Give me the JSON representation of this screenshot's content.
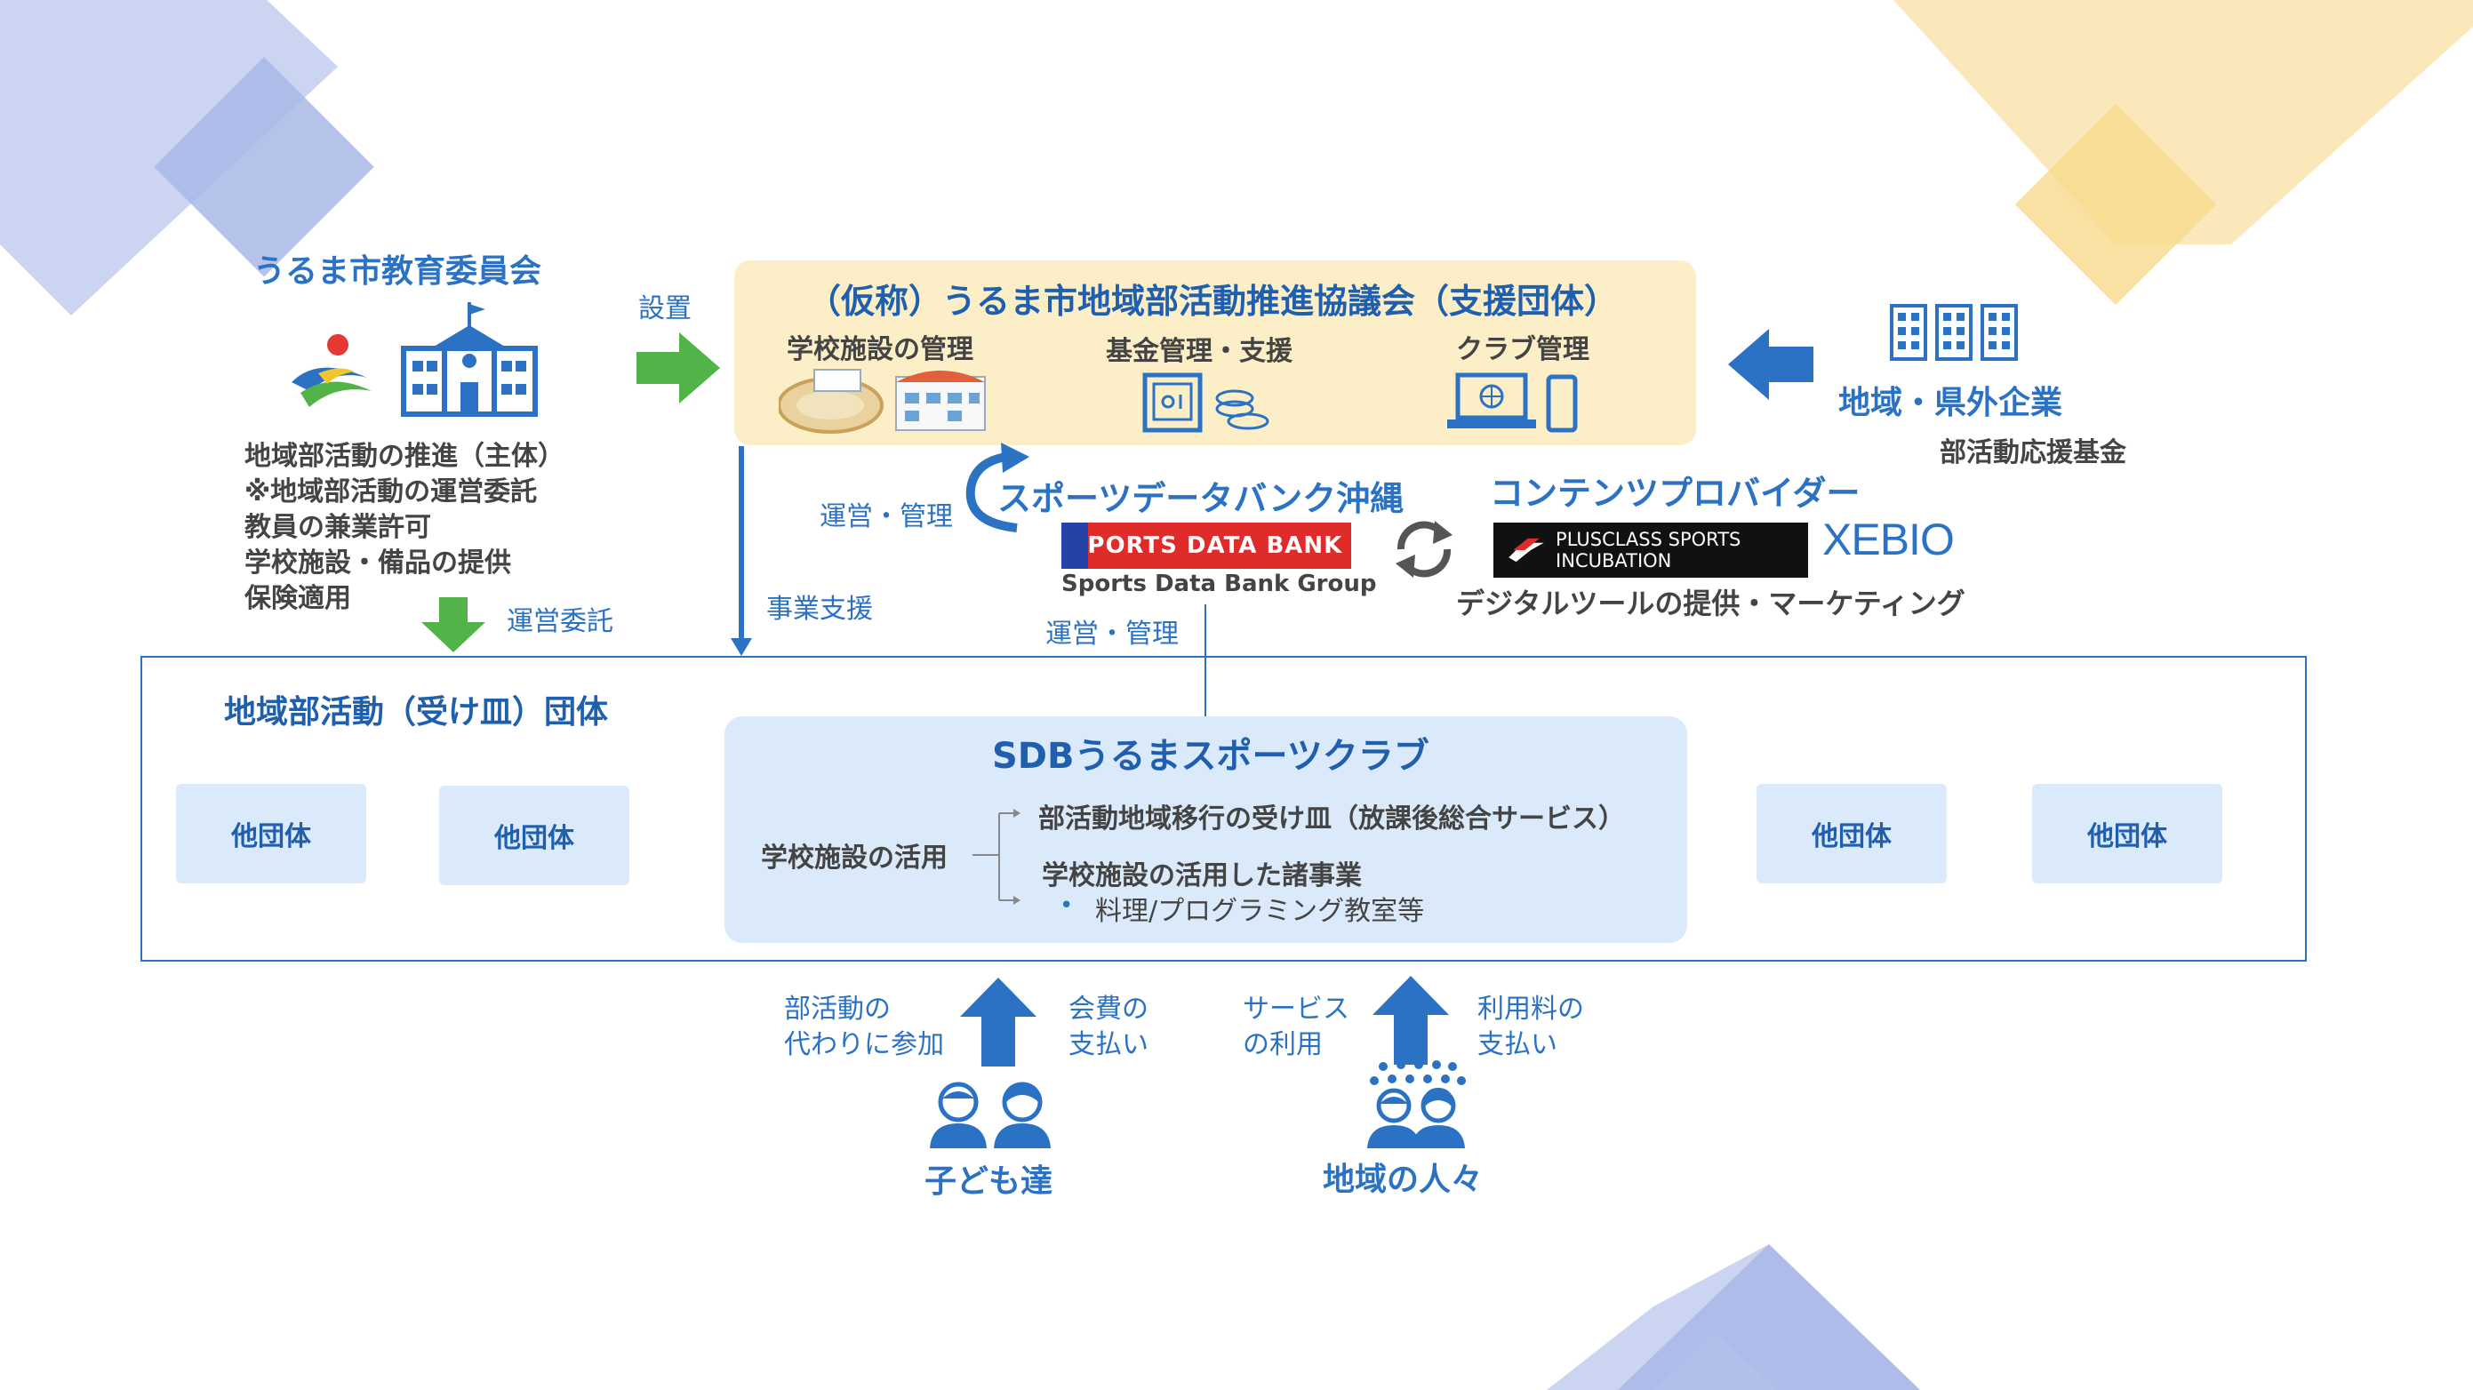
{
  "board": {
    "title": "うるま市教育委員会",
    "roles": [
      "地域部活動の推進（主体）",
      "※地域部活動の運営委託",
      "教員の兼業許可",
      "学校施設・備品の提供",
      "保険適用"
    ]
  },
  "edges": {
    "setup": "設置",
    "operation_commission": "運営委託",
    "business_support": "事業支援",
    "manage_left": "運営・管理",
    "manage_bottom": "運営・管理"
  },
  "council": {
    "title": "（仮称）うるま市地域部活動推進協議会（支援団体）",
    "items": [
      "学校施設の管理",
      "基金管理・支援",
      "クラブ管理"
    ]
  },
  "companies": {
    "title": "地域・県外企業",
    "fund": "部活動応援基金"
  },
  "sdb_okinawa": {
    "title": "スポーツデータバンク沖縄",
    "logo_text": "SPORTS DATA BANK",
    "group": "Sports Data Bank Group"
  },
  "content_providers": {
    "title": "コンテンツプロバイダー",
    "plusclass": "PLUSCLASS SPORTS INCUBATION",
    "xebio": "XEBIO",
    "desc": "デジタルツールの提供・マーケティング"
  },
  "receiving": {
    "title": "地域部活動（受け皿）団体",
    "others": [
      "他団体",
      "他団体",
      "他団体",
      "他団体"
    ]
  },
  "club": {
    "title": "SDBうるまスポーツクラブ",
    "facility_use": "学校施設の活用",
    "service1": "部活動地域移行の受け皿（放課後総合サービス）",
    "service2": "学校施設の活用した諸事業",
    "service2_bullet": "料理/プログラミング教室等"
  },
  "children": {
    "label": "子ども達",
    "left_text": [
      "部活動の",
      "代わりに参加"
    ],
    "right_text": [
      "会費の",
      "支払い"
    ]
  },
  "residents": {
    "label": "地域の人々",
    "left_text": [
      "サービス",
      "の利用"
    ],
    "right_text": [
      "利用料の",
      "支払い"
    ]
  },
  "colors": {
    "blue": "#2b72c4",
    "green": "#52b448",
    "council_bg": "#fcefc8",
    "club_bg": "#dbeafa"
  }
}
